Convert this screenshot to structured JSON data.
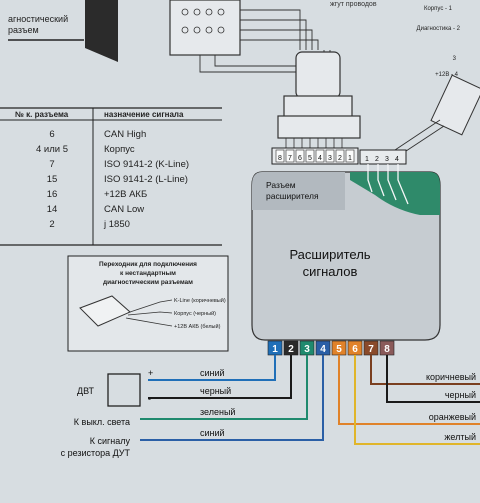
{
  "top_left_label": [
    "агностический",
    "разъем"
  ],
  "top_center_label": "жгут проводов",
  "right_top_pins": [
    "Корпус - 1",
    "Диагностика - 2",
    "3",
    "+12В - 4"
  ],
  "table": {
    "col1": "№ к. разъема",
    "col2": "назначение сигнала",
    "rows": [
      {
        "pin": "6",
        "signal": "CAN High"
      },
      {
        "pin": "4 или 5",
        "signal": "Корпус"
      },
      {
        "pin": "7",
        "signal": "ISO 9141-2 (K-Line)"
      },
      {
        "pin": "15",
        "signal": "ISO 9141-2 (L-Line)"
      },
      {
        "pin": "16",
        "signal": "+12В АКБ"
      },
      {
        "pin": "14",
        "signal": "CAN Low"
      },
      {
        "pin": "2",
        "signal": "j 1850"
      }
    ]
  },
  "adapter_box": {
    "title": [
      "Переходник для подключения",
      "к нестандартным",
      "диагностическим разъемам"
    ],
    "labels": [
      "K-Line (коричневый)",
      "Корпус (черный)",
      "+12В АКБ (белый)"
    ]
  },
  "connector_pins": [
    "8",
    "7",
    "6",
    "5",
    "4",
    "3",
    "2",
    "1"
  ],
  "small_connector_pins": [
    "1",
    "2",
    "3",
    "4"
  ],
  "expander_port_label": [
    "Разъем",
    "расширителя"
  ],
  "device_label": [
    "Расширитель",
    "сигналов"
  ],
  "bottom_pins": [
    "1",
    "2",
    "3",
    "4",
    "5",
    "6",
    "7",
    "8"
  ],
  "colors": {
    "pin1": "#1f6fb8",
    "pin2": "#2a2a2a",
    "pin3": "#1f8a6e",
    "pin4": "#2a5fa6",
    "pin5": "#e0822a",
    "pin6": "#e0822a",
    "pin7": "#8a4a2a",
    "pin8": "#8a5a5a",
    "device": "#c8cdd2",
    "accent": "#2f8a6a"
  },
  "left_wires": [
    {
      "label": "синий"
    },
    {
      "label": "черный"
    },
    {
      "label": "зеленый"
    },
    {
      "label": "синий"
    }
  ],
  "plus_sign": "+",
  "minus_sign": "-",
  "dvt_label": "ДВТ",
  "left_side_labels": [
    "К выкл. света",
    "К сигналу",
    "с резистора ДУТ"
  ],
  "right_wires": [
    {
      "label": "коричневый"
    },
    {
      "label": "черный"
    },
    {
      "label": "оранжевый"
    },
    {
      "label": "желтый"
    }
  ]
}
